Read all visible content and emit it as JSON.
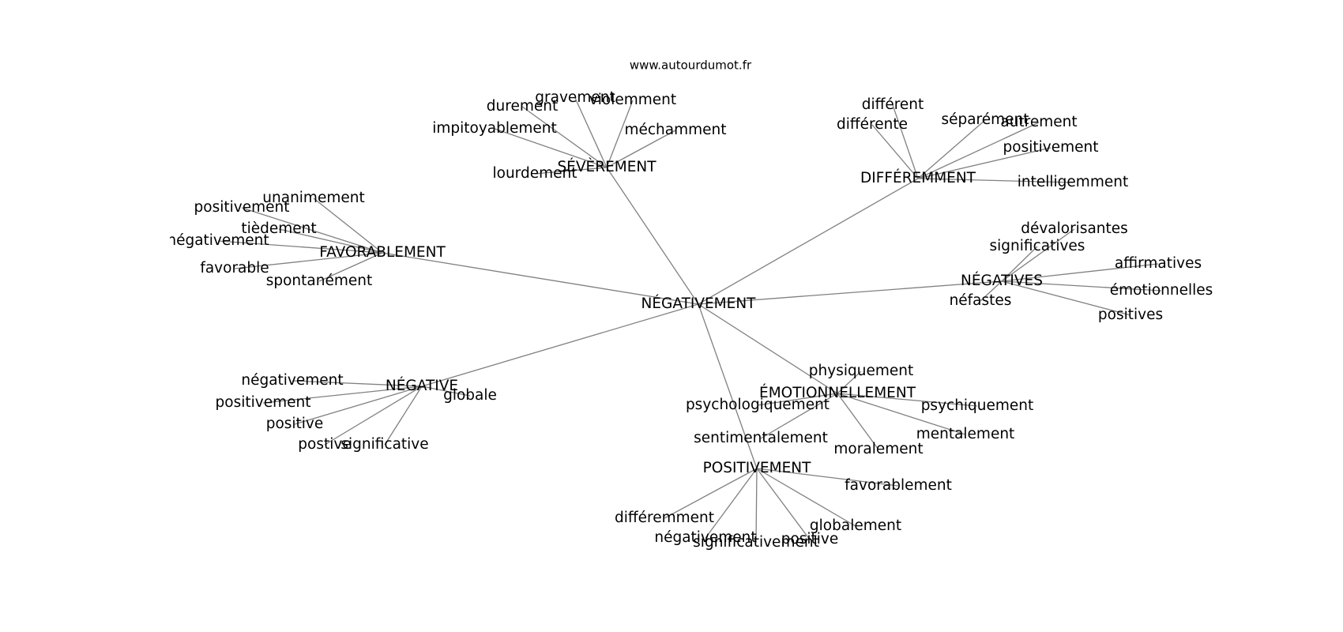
{
  "watermark": "www.autourdumot.fr",
  "colors": {
    "edge": "#808080",
    "text": "#000000",
    "background": "#ffffff"
  },
  "graph": {
    "center": "NÉGATIVEMENT",
    "clusters": [
      {
        "hub": "SÉVÈREMENT",
        "leaves": [
          "gravement",
          "violemment",
          "durement",
          "impitoyablement",
          "méchamment",
          "lourdement"
        ]
      },
      {
        "hub": "DIFFÉREMMENT",
        "leaves": [
          "différent",
          "différente",
          "séparément",
          "autrement",
          "positivement",
          "intelligemment"
        ]
      },
      {
        "hub": "FAVORABLEMENT",
        "leaves": [
          "unanimement",
          "positivement",
          "tièdement",
          "négativement",
          "favorable",
          "spontanément"
        ]
      },
      {
        "hub": "NÉGATIVES",
        "leaves": [
          "dévalorisantes",
          "significatives",
          "affirmatives",
          "émotionnelles",
          "néfastes",
          "positives"
        ]
      },
      {
        "hub": "NÉGATIVE",
        "leaves": [
          "négativement",
          "positivement",
          "positive",
          "postive",
          "significative",
          "globale"
        ]
      },
      {
        "hub": "ÉMOTIONNELLEMENT",
        "leaves": [
          "physiquement",
          "psychologiquement",
          "psychiquement",
          "sentimentalement",
          "mentalement",
          "moralement"
        ]
      },
      {
        "hub": "POSITIVEMENT",
        "leaves": [
          "favorablement",
          "différemment",
          "globalement",
          "négativement",
          "significativement",
          "positive"
        ]
      }
    ]
  }
}
